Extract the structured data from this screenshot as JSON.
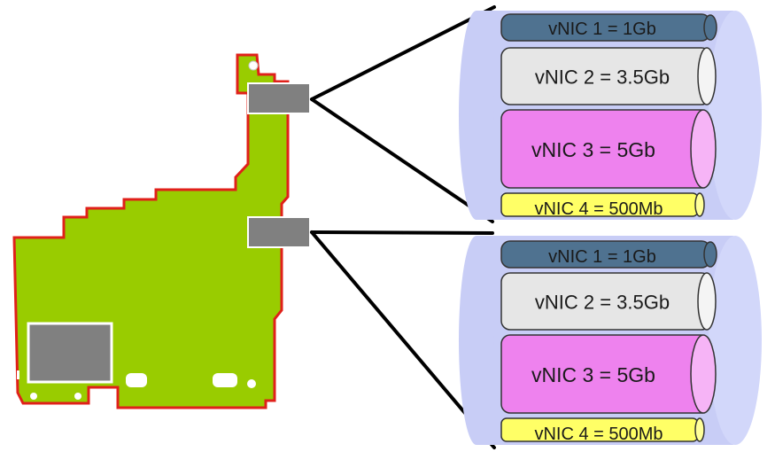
{
  "colors": {
    "board_fill": "#99cc00",
    "board_outline": "#e0201a",
    "port_fill": "#808080",
    "pipe_fill": "#c8cdf6",
    "connector_line": "#000000"
  },
  "pipes": [
    {
      "vnics": [
        {
          "label": "vNIC 1 = 1Gb",
          "color": "#4f7290"
        },
        {
          "label": "vNIC 2 = 3.5Gb",
          "color": "#e6e6e6"
        },
        {
          "label": "vNIC 3 = 5Gb",
          "color": "#ee82ee"
        },
        {
          "label": "vNIC 4 = 500Mb",
          "color": "#ffff66"
        }
      ]
    },
    {
      "vnics": [
        {
          "label": "vNIC 1 = 1Gb",
          "color": "#4f7290"
        },
        {
          "label": "vNIC 2 = 3.5Gb",
          "color": "#e6e6e6"
        },
        {
          "label": "vNIC 3 = 5Gb",
          "color": "#ee82ee"
        },
        {
          "label": "vNIC 4 = 500Mb",
          "color": "#ffff66"
        }
      ]
    }
  ]
}
